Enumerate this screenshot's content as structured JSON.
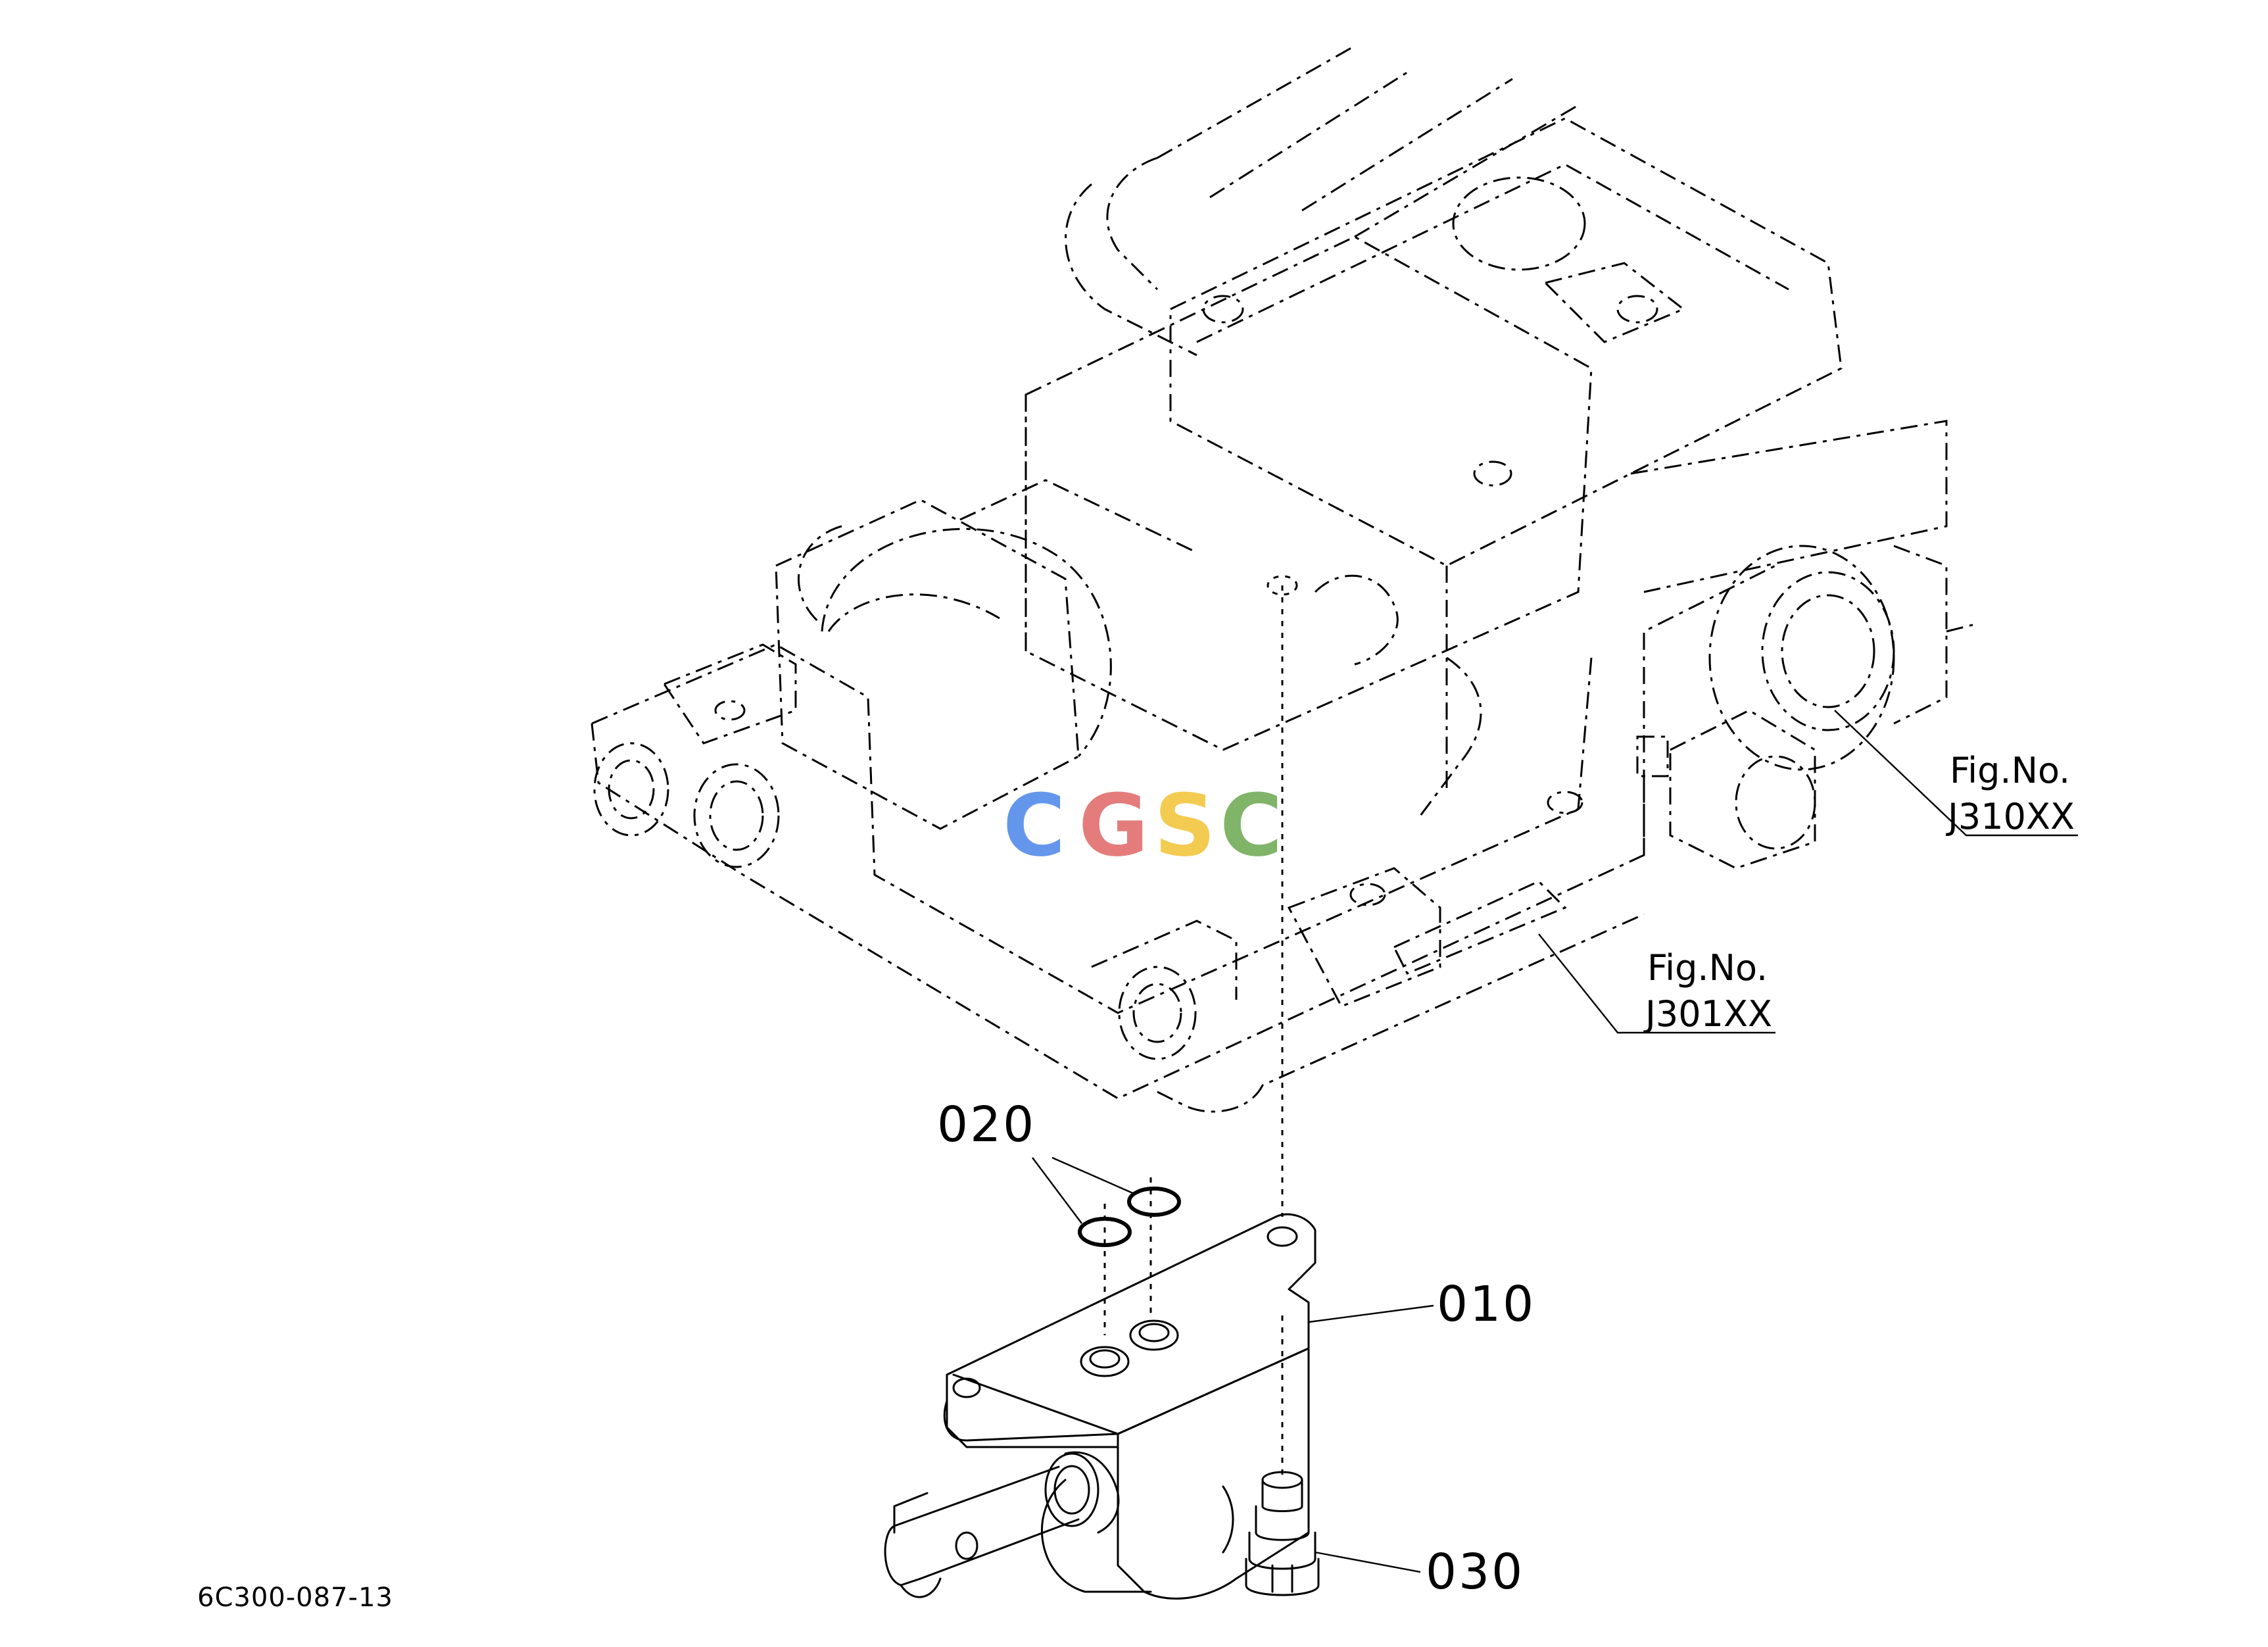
{
  "diagram": {
    "drawing_code": "6C300-087-13",
    "watermark": {
      "letters": [
        "C",
        "G",
        "S",
        "C"
      ],
      "colors": [
        "#4a86e8",
        "#e06666",
        "#f1c232",
        "#6aa84f"
      ]
    },
    "parts": [
      {
        "id": "010",
        "label": "010"
      },
      {
        "id": "020",
        "label": "020"
      },
      {
        "id": "030",
        "label": "030"
      }
    ],
    "references": [
      {
        "prefix": "Fig.No.",
        "number": "J310XX"
      },
      {
        "prefix": "Fig.No.",
        "number": "J301XX"
      }
    ]
  }
}
